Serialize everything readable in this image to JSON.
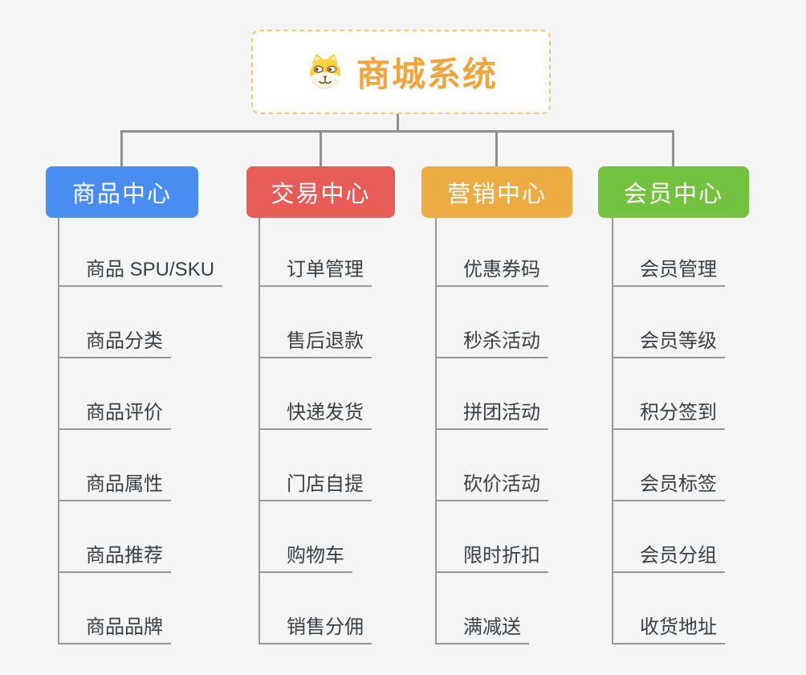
{
  "canvas": {
    "background": "#f5f5f5",
    "line_color": "#8f8f8f"
  },
  "root": {
    "title": "商城系统",
    "icon": "shiba-dog-icon",
    "text_color": "#f0a53c",
    "border_color": "#f6c87a",
    "background": "#ffffff"
  },
  "branches": [
    {
      "label": "商品中心",
      "color": "#4a8df0",
      "items": [
        "商品 SPU/SKU",
        "商品分类",
        "商品评价",
        "商品属性",
        "商品推荐",
        "商品品牌"
      ]
    },
    {
      "label": "交易中心",
      "color": "#e85c57",
      "items": [
        "订单管理",
        "售后退款",
        "快递发货",
        "门店自提",
        "购物车",
        "销售分佣"
      ]
    },
    {
      "label": "营销中心",
      "color": "#edac41",
      "items": [
        "优惠券码",
        "秒杀活动",
        "拼团活动",
        "砍价活动",
        "限时折扣",
        "满减送"
      ]
    },
    {
      "label": "会员中心",
      "color": "#72c13f",
      "items": [
        "会员管理",
        "会员等级",
        "积分签到",
        "会员标签",
        "会员分组",
        "收货地址"
      ]
    }
  ]
}
